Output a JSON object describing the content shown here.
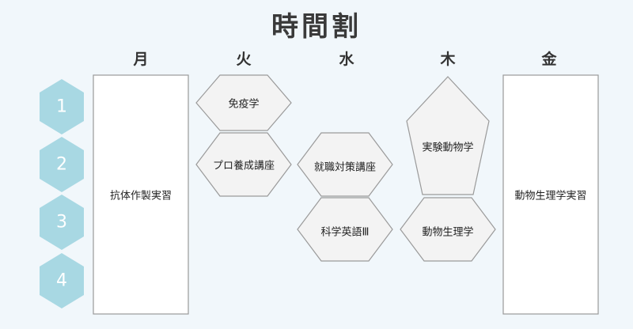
{
  "title": "時間割",
  "days": [
    "月",
    "火",
    "水",
    "木",
    "金"
  ],
  "periods": [
    "1",
    "2",
    "3",
    "4"
  ],
  "classes": {
    "mon_block": "抗体作製実習",
    "tue_1": "免疫学",
    "tue_2": "プロ養成講座",
    "wed_2": "就職対策講座",
    "wed_3": "科学英語Ⅲ",
    "thu_12": "実験動物学",
    "thu_3": "動物生理学",
    "fri_block": "動物生理学実習"
  },
  "colors": {
    "period_fill": "#a8d8e3",
    "class_fill": "#f3f3f3",
    "class_stroke": "#9a9a9a",
    "background": "#f1f7fb"
  }
}
